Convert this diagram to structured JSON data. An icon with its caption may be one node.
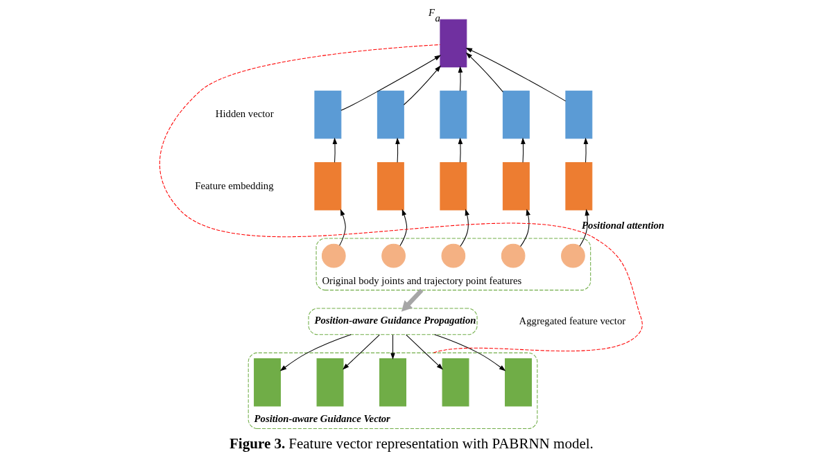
{
  "diagram": {
    "caption": "**Figure 3.** Feature vector representation with PABRNN model.",
    "nodes": [
      {
        "text": [],
        "shape": "box",
        "beside": [
          "F$_{a}$"
        ]
      },
      {
        "text": [],
        "shape": "box"
      },
      {
        "text": [],
        "shape": "box"
      },
      {
        "text": [],
        "shape": "box"
      },
      {
        "text": [],
        "shape": "box"
      },
      {
        "text": [],
        "shape": "box"
      },
      {
        "text": [],
        "shape": "box"
      },
      {
        "text": [],
        "shape": "box"
      },
      {
        "text": [],
        "shape": "box"
      },
      {
        "text": [],
        "shape": "box"
      },
      {
        "text": [],
        "shape": "box"
      },
      {
        "text": [
          "Original body joints and trajectory point features"
        ]
      },
      {
        "text": [],
        "shape": "circle",
        "in": 11
      },
      {
        "text": [],
        "shape": "circle",
        "in": 11
      },
      {
        "text": [],
        "shape": "circle",
        "in": 11
      },
      {
        "text": [],
        "shape": "circle",
        "in": 11
      },
      {
        "text": [],
        "shape": "circle",
        "in": 11
      },
      {
        "text": [
          "Position-aware Guidance Propagation"
        ]
      },
      {
        "text": [
          "Position-aware Guidance Vector"
        ]
      },
      {
        "text": [],
        "shape": "box",
        "in": 18
      },
      {
        "text": [],
        "shape": "box",
        "in": 18
      },
      {
        "text": [],
        "shape": "box",
        "in": 18
      },
      {
        "text": [],
        "shape": "box",
        "in": 18
      },
      {
        "text": [],
        "shape": "box",
        "in": 18
      }
    ],
    "edges": [
      {
        "from": 1,
        "to": 0,
        "arrow": "to"
      },
      {
        "from": 2,
        "to": 0,
        "arrow": "to"
      },
      {
        "from": 3,
        "to": 0,
        "arrow": "to"
      },
      {
        "from": 4,
        "to": 0,
        "arrow": "to"
      },
      {
        "from": 5,
        "to": 0,
        "arrow": "to"
      },
      {
        "from": 6,
        "to": 1,
        "arrow": "to"
      },
      {
        "from": 7,
        "to": 2,
        "arrow": "to"
      },
      {
        "from": 8,
        "to": 3,
        "arrow": "to"
      },
      {
        "from": 9,
        "to": 4,
        "arrow": "to"
      },
      {
        "from": 10,
        "to": 5,
        "arrow": "to"
      },
      {
        "from": 12,
        "to": 6,
        "arrow": "to"
      },
      {
        "from": 13,
        "to": 7,
        "arrow": "to"
      },
      {
        "from": 14,
        "to": 8,
        "arrow": "to"
      },
      {
        "from": 15,
        "to": 9,
        "arrow": "to"
      },
      {
        "from": 16,
        "to": 10,
        "arrow": "to"
      },
      {
        "from": 11,
        "to": 17,
        "arrow": "to",
        "style": "thick",
        "color": "#a6a6a6"
      },
      {
        "from": 17,
        "to": 19,
        "arrow": "to"
      },
      {
        "from": 17,
        "to": 20,
        "arrow": "to"
      },
      {
        "from": 17,
        "to": 21,
        "arrow": "to"
      },
      {
        "from": 17,
        "to": 22,
        "arrow": "to"
      },
      {
        "from": 17,
        "to": 23,
        "arrow": "to"
      },
      {
        "from": 18,
        "to": 0,
        "arrow": "none",
        "style": "dashed",
        "color": "#ff0000",
        "label": "Positional attention"
      }
    ],
    "labels": [
      "Hidden vector",
      "Feature embedding",
      "Aggregated feature vector"
    ]
  }
}
